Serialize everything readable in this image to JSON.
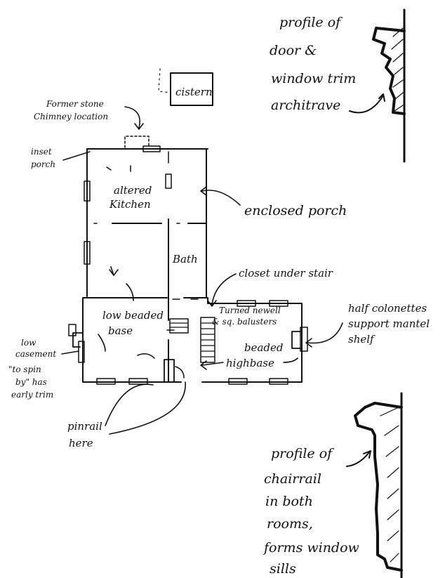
{
  "labels": {
    "profile_door_window": [
      "profile of",
      "door &",
      "window trim",
      "architrave"
    ],
    "cistern": "cistern",
    "former_chimney": [
      "Former stone",
      "Chimney location"
    ],
    "inset_porch": [
      "inset",
      "porch"
    ],
    "altered_kitchen": [
      "altered",
      "Kitchen"
    ],
    "enclosed_porch": "enclosed porch",
    "bath": "Bath",
    "closet_under_stair": "closet under stair",
    "turned_newell": [
      "Turned newell",
      "& sq. balusters"
    ],
    "half_colonettes": [
      "half colonettes",
      "support mantel",
      "shelf"
    ],
    "low_beaded_base": [
      "low beaded",
      "base"
    ],
    "low_casement": [
      "low",
      "casement",
      "\"to spin",
      "by\" has",
      "early trim"
    ],
    "beaded_highbase": [
      "beaded",
      "highbase"
    ],
    "pinrail": [
      "pinrail",
      "here"
    ],
    "profile_chairrail": [
      "profile of",
      "chairrail",
      "in both",
      "rooms,",
      "forms window",
      "sills"
    ]
  }
}
